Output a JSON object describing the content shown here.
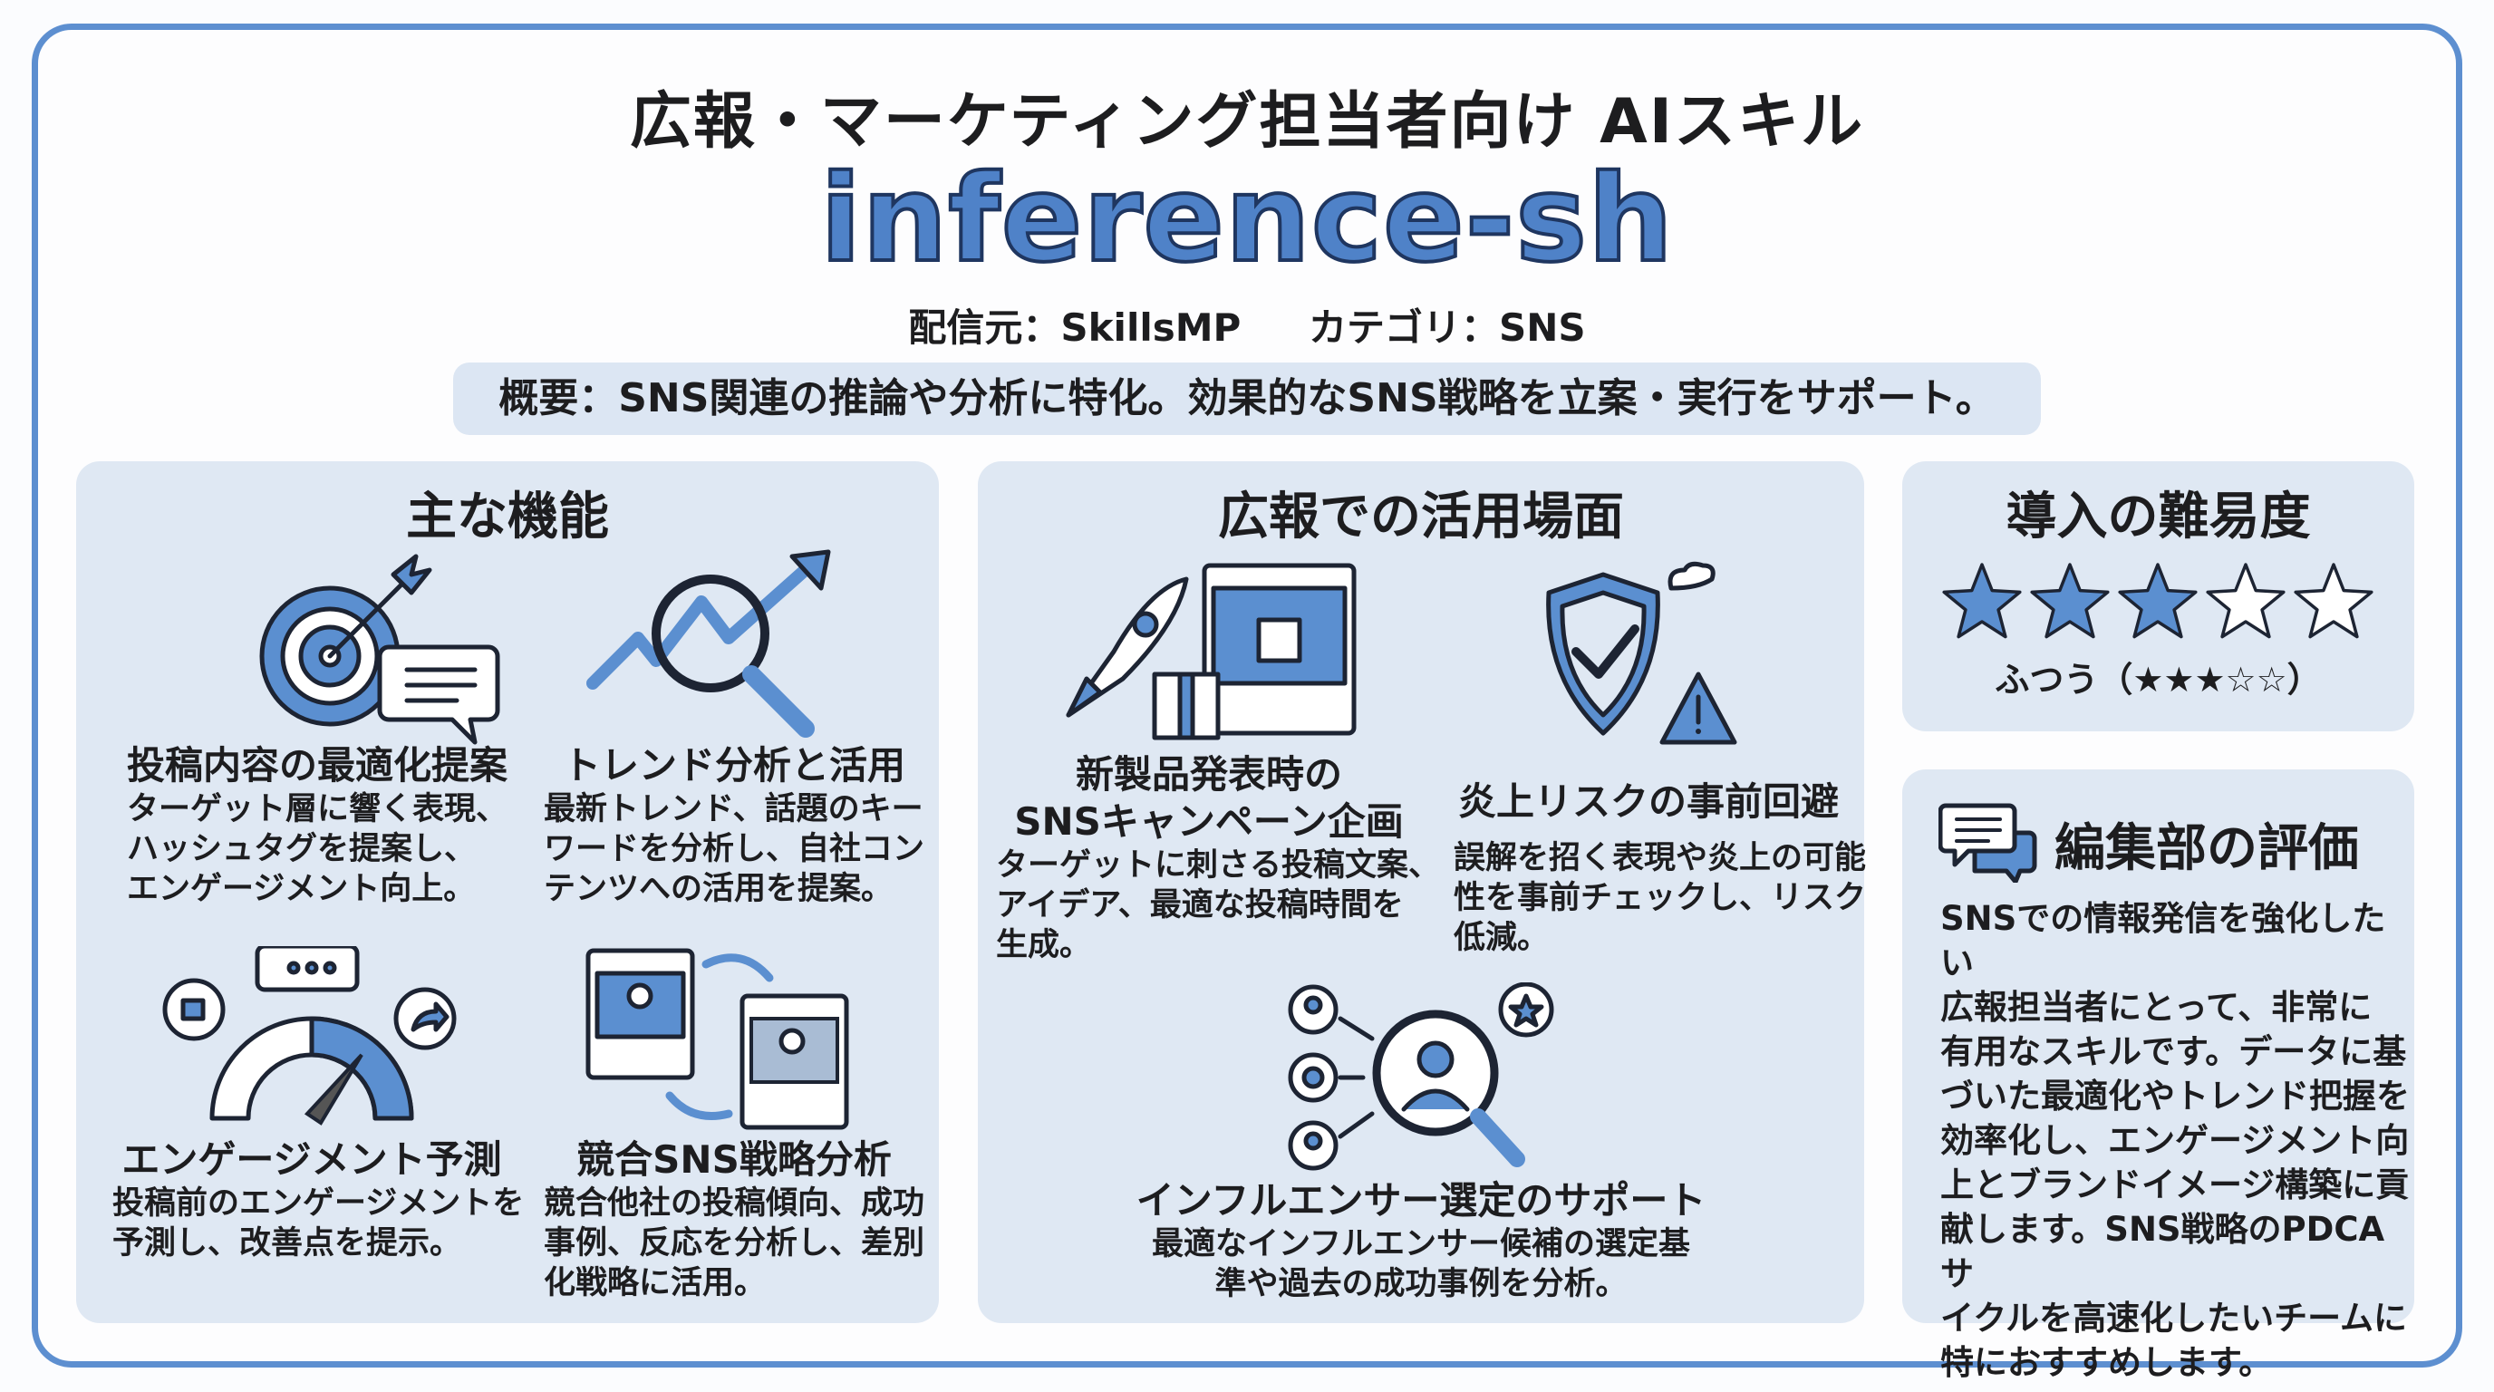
{
  "header": {
    "title": "広報・マーケティング担当者向け AIスキル",
    "skill_name": "inference-sh",
    "source": "配信元：SkillsMP",
    "category": "カテゴリ：SNS",
    "summary": "概要：SNS関連の推論や分析に特化。効果的なSNS戦略を立案・実行をサポート。"
  },
  "features": {
    "heading": "主な機能",
    "items": [
      {
        "icon": "target-arrow-icon",
        "title": "投稿内容の最適化提案",
        "body": [
          "ターゲット層に響く表現、",
          "ハッシュタグを提案し、",
          "エンゲージメント向上。"
        ]
      },
      {
        "icon": "trend-magnifier-icon",
        "title": "トレンド分析と活用",
        "body": [
          "最新トレンド、話題のキー",
          "ワードを分析し、自社コン",
          "テンツへの活用を提案。"
        ]
      },
      {
        "icon": "engagement-gauge-icon",
        "title": "エンゲージメント予測",
        "body": [
          "投稿前のエンゲージメントを",
          "予測し、改善点を提示。"
        ]
      },
      {
        "icon": "competitor-posts-icon",
        "title": "競合SNS戦略分析",
        "body": [
          "競合他社の投稿傾向、成功",
          "事例、反応を分析し、差別",
          "化戦略に活用。"
        ]
      }
    ]
  },
  "use_cases": {
    "heading": "広報での活用場面",
    "items": [
      {
        "icon": "rocket-gift-post-icon",
        "title": [
          "新製品発表時の",
          "SNSキャンペーン企画"
        ],
        "body": [
          "ターゲットに刺さる投稿文案、",
          "アイデア、最適な投稿時間を",
          "生成。"
        ]
      },
      {
        "icon": "shield-warning-icon",
        "title": [
          "炎上リスクの事前回避"
        ],
        "body": [
          "誤解を招く表現や炎上の可能",
          "性を事前チェックし、リスク",
          "低減。"
        ]
      },
      {
        "icon": "influencer-search-icon",
        "title": [
          "インフルエンサー選定のサポート"
        ],
        "body": [
          "最適なインフルエンサー候補の選定基",
          "準や過去の成功事例を分析。"
        ]
      }
    ]
  },
  "difficulty": {
    "heading": "導入の難易度",
    "rating": 3,
    "max_rating": 5,
    "label": "ふつう（★★★☆☆）"
  },
  "review": {
    "heading": "編集部の評価",
    "icon": "chat-bubbles-icon",
    "body": [
      "SNSでの情報発信を強化したい",
      "広報担当者にとって、非常に",
      "有用なスキルです。データに基",
      "づいた最適化やトレンド把握を",
      "効率化し、エンゲージメント向",
      "上とブランドイメージ構築に貢",
      "献します。SNS戦略のPDCAサ",
      "イクルを高速化したいチームに",
      "特におすすめします。"
    ]
  },
  "colors": {
    "accent": "#5b8fd0",
    "panel": "#dfe8f3",
    "frame": "#5d8fd0"
  }
}
